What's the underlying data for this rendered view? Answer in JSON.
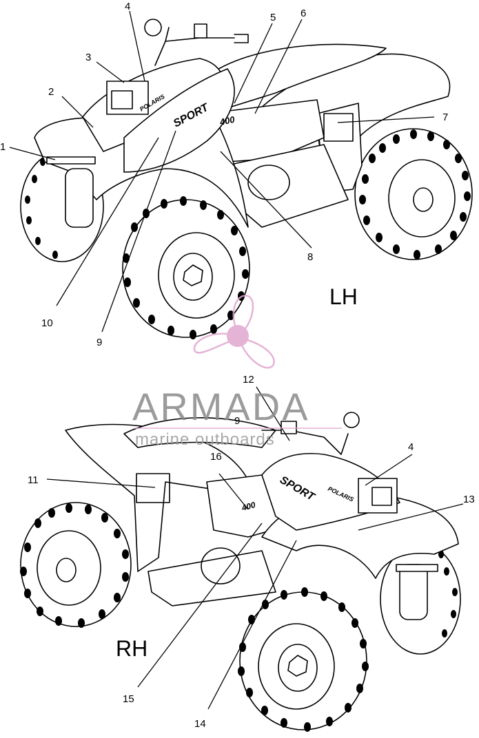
{
  "views": {
    "left": "LH",
    "right": "RH"
  },
  "watermark": {
    "brand": "ARMADA",
    "tagline": "marine outboards",
    "accent": "#e0a6cf"
  },
  "decals": {
    "sport": "SPORT",
    "model": "400",
    "polaris": "POLARIS"
  },
  "callouts": {
    "c1": "1",
    "c2": "2",
    "c3": "3",
    "c4a": "4",
    "c5": "5",
    "c6": "6",
    "c7": "7",
    "c8": "8",
    "c9a": "9",
    "c10": "10",
    "c9b": "9",
    "c11": "11",
    "c12": "12",
    "c4b": "4",
    "c13": "13",
    "c14": "14",
    "c15": "15",
    "c16": "16"
  }
}
